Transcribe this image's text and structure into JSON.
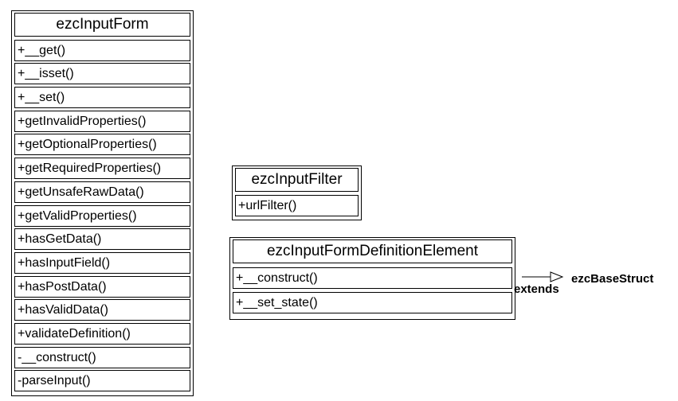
{
  "diagram": {
    "classes": [
      {
        "name": "ezcInputForm",
        "methods": [
          "+__get()",
          "+__isset()",
          "+__set()",
          "+getInvalidProperties()",
          "+getOptionalProperties()",
          "+getRequiredProperties()",
          "+getUnsafeRawData()",
          "+getValidProperties()",
          "+hasGetData()",
          "+hasInputField()",
          "+hasPostData()",
          "+hasValidData()",
          "+validateDefinition()",
          "-__construct()",
          "-parseInput()"
        ]
      },
      {
        "name": "ezcInputFilter",
        "methods": [
          "+urlFilter()"
        ]
      },
      {
        "name": "ezcInputFormDefinitionElement",
        "methods": [
          "+__construct()",
          "+__set_state()"
        ]
      }
    ],
    "relationship": {
      "label": "extends",
      "target": "ezcBaseStruct",
      "arrow_icon": "open-triangle-right-arrow-icon"
    }
  },
  "colors": {
    "border": "#000000",
    "text": "#000000",
    "background": "#ffffff"
  }
}
